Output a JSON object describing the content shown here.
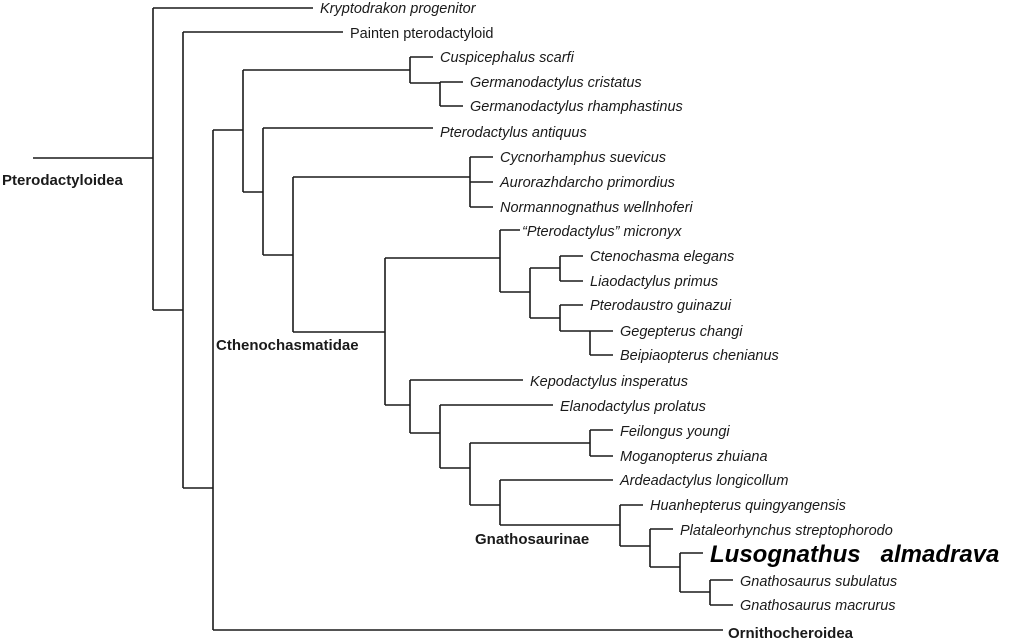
{
  "clades": {
    "pterodactyloidea": "Pterodactyloidea",
    "cthenochasmatidae": "Cthenochasmatidae",
    "gnathosaurinae": "Gnathosaurinae",
    "ornithocheiroidea": "Ornithocheroidea"
  },
  "taxa": [
    {
      "name": "Kryptodrakon progenitor"
    },
    {
      "name": "Painten pterodactyloid"
    },
    {
      "name": "Cuspicephalus scarfi"
    },
    {
      "name": "Germanodactylus cristatus"
    },
    {
      "name": "Germanodactylus rhamphastinus"
    },
    {
      "name": "Pterodactylus antiquus"
    },
    {
      "name": "Cycnorhamphus suevicus"
    },
    {
      "name": "Aurorazhdarcho primordius"
    },
    {
      "name": "Normannognathus wellnhoferi"
    },
    {
      "name": "“Pterodactylus” micronyx"
    },
    {
      "name": "Ctenochasma elegans"
    },
    {
      "name": "Liaodactylus primus"
    },
    {
      "name": "Pterodaustro guinazui"
    },
    {
      "name": "Gegepterus changi"
    },
    {
      "name": "Beipiaopterus chenianus"
    },
    {
      "name": "Kepodactylus insperatus"
    },
    {
      "name": "Elanodactylus prolatus"
    },
    {
      "name": "Feilongus youngi"
    },
    {
      "name": "Moganopterus zhuiana"
    },
    {
      "name": "Ardeadactylus longicollum"
    },
    {
      "name": "Huanhepterus quingyangensis"
    },
    {
      "name": "Plataleorhynchus streptophorodo"
    },
    {
      "name": "Lusognathus   almadrava"
    },
    {
      "name": "Gnathosaurus subulatus"
    },
    {
      "name": "Gnathosaurus macrurus"
    }
  ]
}
